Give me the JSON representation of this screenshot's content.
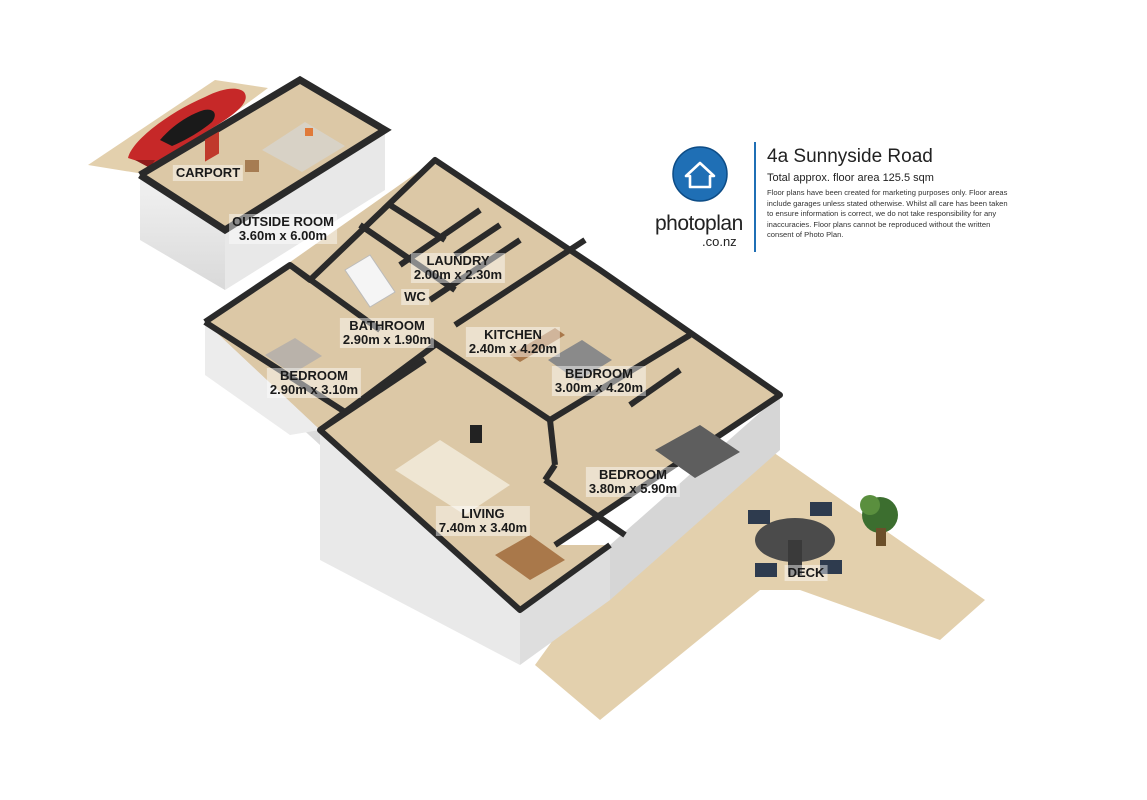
{
  "header": {
    "address": "4a Sunnyside Road",
    "total_area": "Total approx. floor area 125.5 sqm",
    "disclaimer": "Floor plans have been created for marketing purposes only. Floor areas include garages unless stated otherwise. Whilst all care has been taken to ensure information is correct, we do not take responsibility for any inaccuracies. Floor plans cannot be reproduced without the written consent of Photo Plan."
  },
  "brand": {
    "name": "photoplan",
    "domain": ".co.nz",
    "logo_icon": "house-icon",
    "color_primary": "#1f6fb5",
    "color_divider": "#1f6fb5"
  },
  "rooms": [
    {
      "key": "carport",
      "name": "CARPORT",
      "size": ""
    },
    {
      "key": "outside_room",
      "name": "OUTSIDE ROOM",
      "size": "3.60m x 6.00m"
    },
    {
      "key": "laundry",
      "name": "LAUNDRY",
      "size": "2.00m x 2.30m"
    },
    {
      "key": "wc",
      "name": "WC",
      "size": ""
    },
    {
      "key": "bathroom",
      "name": "BATHROOM",
      "size": "2.90m x 1.90m"
    },
    {
      "key": "kitchen",
      "name": "KITCHEN",
      "size": "2.40m x 4.20m"
    },
    {
      "key": "bedroom_1",
      "name": "BEDROOM",
      "size": "2.90m x 3.10m"
    },
    {
      "key": "bedroom_2",
      "name": "BEDROOM",
      "size": "3.00m x 4.20m"
    },
    {
      "key": "bedroom_3",
      "name": "BEDROOM",
      "size": "3.80m x 5.90m"
    },
    {
      "key": "living",
      "name": "LIVING",
      "size": "7.40m x 3.40m"
    },
    {
      "key": "deck",
      "name": "DECK",
      "size": ""
    }
  ],
  "colors": {
    "floor": "#dcc8a6",
    "deck": "#e3d0ad",
    "wall_top": "#2a2a2a",
    "wall_outer": "#e6e6e6",
    "car": "#c62828"
  }
}
